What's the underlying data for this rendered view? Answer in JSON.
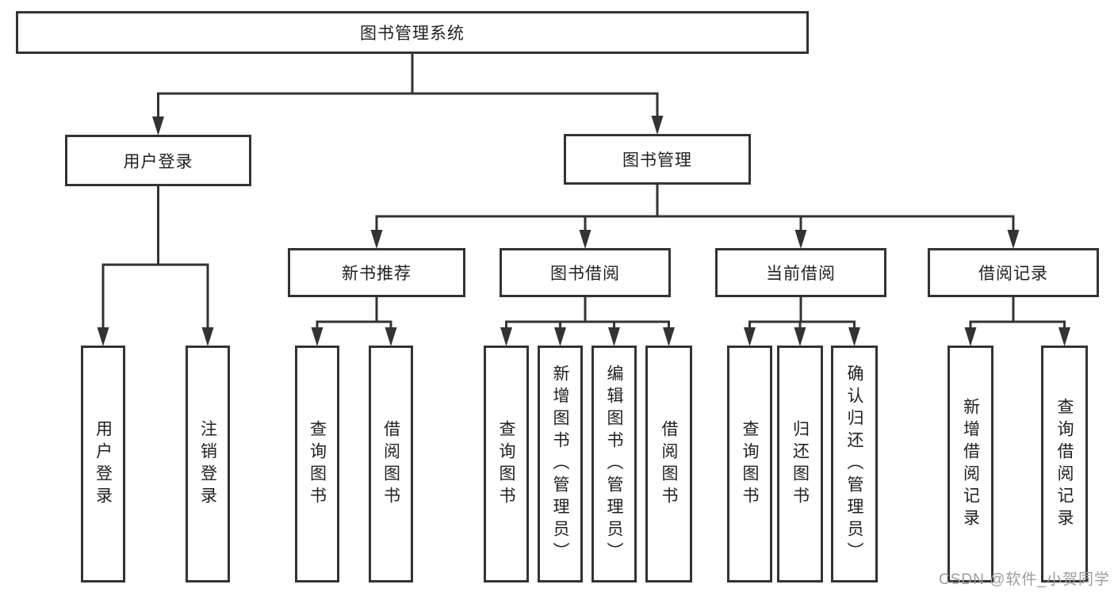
{
  "diagram": {
    "title": "图书管理系统",
    "line_color": "#333333",
    "box_border_color": "#333333",
    "box_fill_color": "#ffffff",
    "text_color": "#1f1f1f",
    "nodes": [
      {
        "id": "root",
        "label": "图书管理系统",
        "parent": null
      },
      {
        "id": "user-login",
        "label": "用户登录",
        "parent": "root"
      },
      {
        "id": "book-mgmt",
        "label": "图书管理",
        "parent": "root"
      },
      {
        "id": "leaf-user-login",
        "label": "用户登录",
        "parent": "user-login"
      },
      {
        "id": "leaf-logout",
        "label": "注销登录",
        "parent": "user-login"
      },
      {
        "id": "new-book-rec",
        "label": "新书推荐",
        "parent": "book-mgmt"
      },
      {
        "id": "book-borrow",
        "label": "图书借阅",
        "parent": "book-mgmt"
      },
      {
        "id": "current-borrow",
        "label": "当前借阅",
        "parent": "book-mgmt"
      },
      {
        "id": "borrow-records",
        "label": "借阅记录",
        "parent": "book-mgmt"
      },
      {
        "id": "nbr-query",
        "label": "查询图书",
        "parent": "new-book-rec"
      },
      {
        "id": "nbr-borrow",
        "label": "借阅图书",
        "parent": "new-book-rec"
      },
      {
        "id": "bb-query",
        "label": "查询图书",
        "parent": "book-borrow"
      },
      {
        "id": "bb-add",
        "label": "新增图书（管理员）",
        "parent": "book-borrow"
      },
      {
        "id": "bb-edit",
        "label": "编辑图书（管理员）",
        "parent": "book-borrow"
      },
      {
        "id": "bb-borrow",
        "label": "借阅图书",
        "parent": "book-borrow"
      },
      {
        "id": "cb-query",
        "label": "查询图书",
        "parent": "current-borrow"
      },
      {
        "id": "cb-return",
        "label": "归还图书",
        "parent": "current-borrow"
      },
      {
        "id": "cb-confirm",
        "label": "确认归还（管理员）",
        "parent": "current-borrow"
      },
      {
        "id": "br-add",
        "label": "新增借阅记录",
        "parent": "borrow-records"
      },
      {
        "id": "br-query",
        "label": "查询借阅记录",
        "parent": "borrow-records"
      }
    ]
  },
  "watermark": {
    "text": "CSDN @软件_小贺同学",
    "color": "#9c9c9c"
  }
}
